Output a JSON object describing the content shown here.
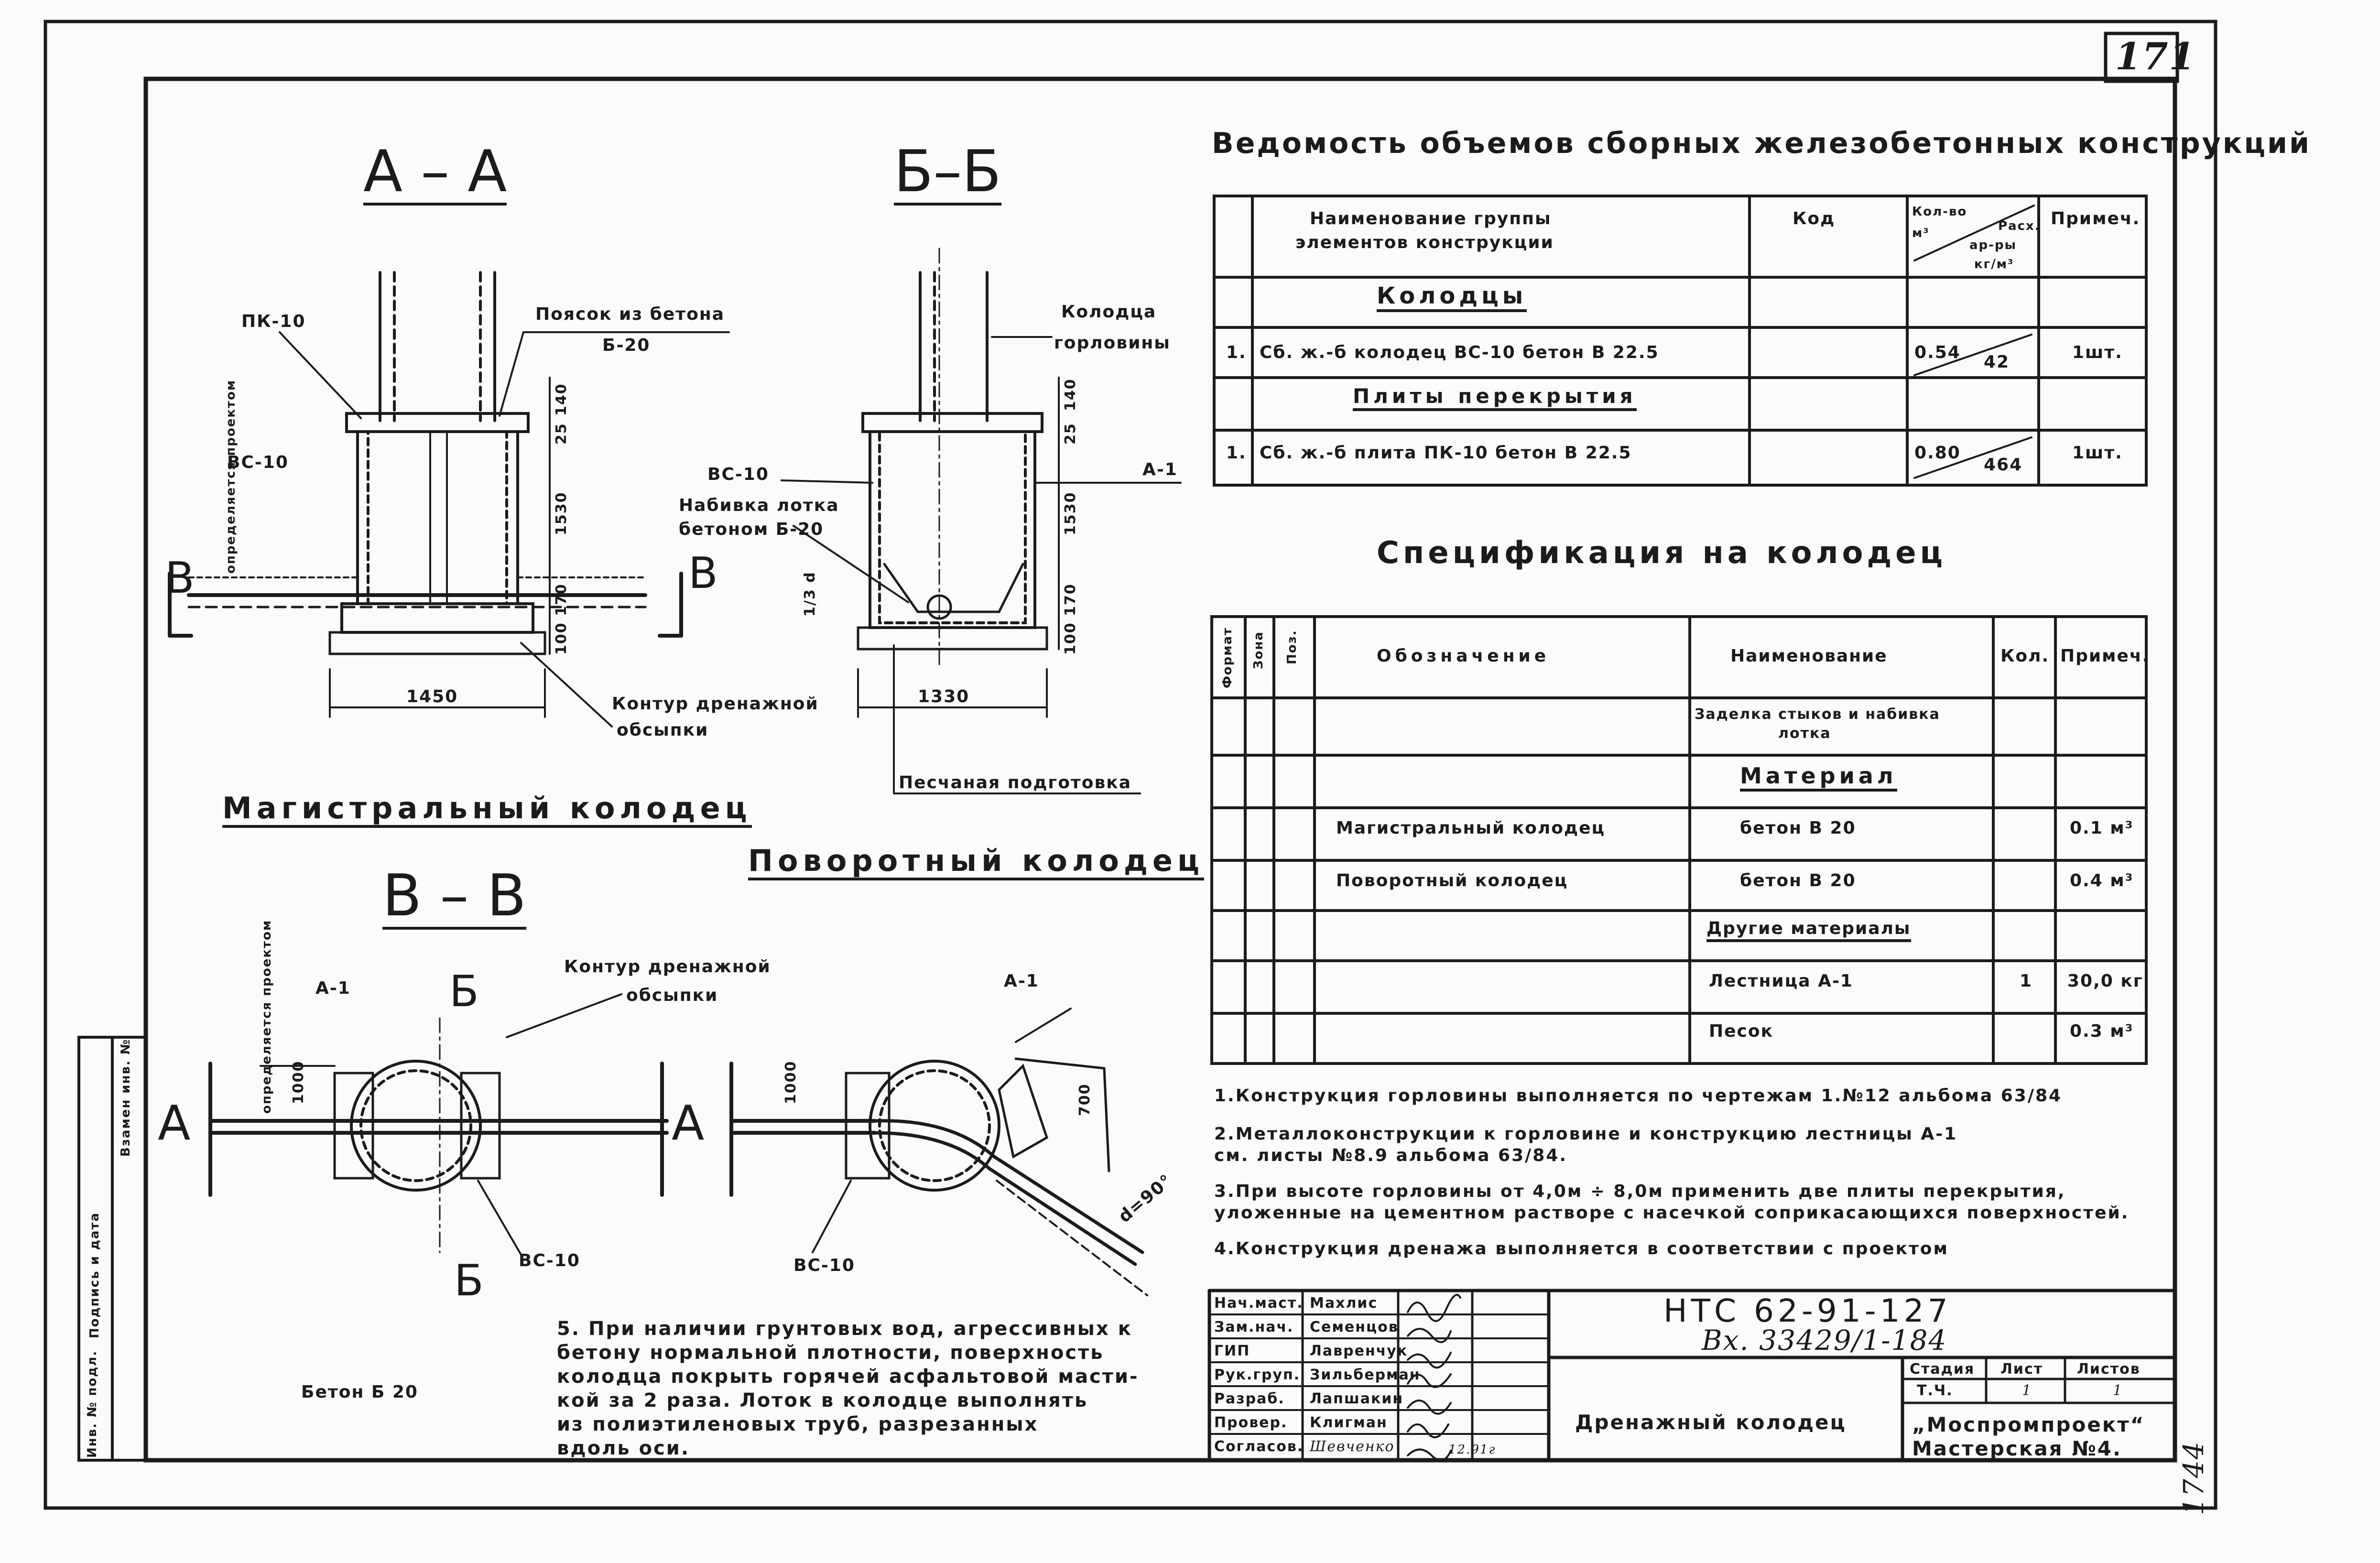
{
  "sheet": {
    "page_number": "171"
  },
  "sections": {
    "aa": "А – А",
    "bb": "Б–Б",
    "vv": "В – В",
    "main_well": "Магистральный колодец",
    "turn_well": "Поворотный колодец"
  },
  "drawing_labels": {
    "pk10": "ПК-10",
    "concrete_belt_1": "Поясок из бетона",
    "concrete_belt_2": "Б-20",
    "vs10_a": "ВС-10",
    "vs10_b": "ВС-10",
    "vs10_c": "ВС-10",
    "vs10_d": "ВС-10",
    "project_defined_1": "определяется проектом",
    "project_defined_2": "определяется проектом",
    "neck_well_1": "Колодца",
    "neck_well_2": "горловины",
    "tray_fill_1": "Набивка лотка",
    "tray_fill_2": "бетоном Б-20",
    "a1_1": "А-1",
    "a1_2": "А-1",
    "a1_3": "А-1",
    "drain_contour_1": "Контур дренажной",
    "drain_contour_2": "обсыпки",
    "drain_contour_3": "Контур дренажной",
    "drain_contour_4": "обсыпки",
    "sand_bed": "Песчаная подготовка",
    "concrete_b20": "Бетон Б 20",
    "dim_1450": "1450",
    "dim_1330": "1330",
    "dim_140a": "140",
    "dim_25a": "25",
    "dim_1530a": "1530",
    "dim_100_170a": "100 170",
    "dim_140b": "140",
    "dim_25b": "25",
    "dim_1530b": "1530",
    "dim_100_170b": "100 170",
    "dim_d": "1/3 d",
    "dim_1000a": "1000",
    "dim_1000b": "1000",
    "dim_700": "700",
    "dim_d90": "d=90°",
    "letter_b1": "Б",
    "letter_b2": "Б",
    "letter_v1": "В",
    "letter_v2": "В",
    "letter_a1": "А",
    "letter_a2": "А"
  },
  "volumes_table": {
    "title": "Ведомость объемов сборных железобетонных конструкций",
    "header_name_1": "Наименование группы",
    "header_name_2": "элементов конструкции",
    "header_code": "Код",
    "header_qty_1": "Кол-во",
    "header_qty_2": "м³",
    "header_qty_3": "Расх.",
    "header_qty_4": "ар-ры",
    "header_qty_5": "кг/м³",
    "header_note": "Примеч.",
    "group_1": "Колодцы",
    "row_1_no": "1.",
    "row_1_name": "Сб. ж.-б колодец ВС-10 бетон В 22.5",
    "row_1_vol": "0.54",
    "row_1_rate": "42",
    "row_1_note": "1шт.",
    "group_2": "Плиты перекрытия",
    "row_2_no": "1.",
    "row_2_name": "Сб. ж.-б плита ПК-10 бетон В 22.5",
    "row_2_vol": "0.80",
    "row_2_rate": "464",
    "row_2_note": "1шт."
  },
  "spec_table": {
    "title": "Спецификация на колодец",
    "col_format": "Формат",
    "col_zone": "Зона",
    "col_pos": "Поз.",
    "col_designation": "Обозначение",
    "col_name": "Наименование",
    "col_qty": "Кол.",
    "col_note": "Примеч.",
    "r1_name_1": "Заделка стыков и набивка",
    "r1_name_2": "лотка",
    "r2_name": "Материал",
    "r3_desig": "Магистральный колодец",
    "r3_name": "бетон В 20",
    "r3_note": "0.1 м³",
    "r4_desig": "Поворотный колодец",
    "r4_name": "бетон В 20",
    "r4_note": "0.4 м³",
    "r5_name": "Другие материалы",
    "r6_name": "Лестница А-1",
    "r6_qty": "1",
    "r6_note": "30,0 кг",
    "r7_name": "Песок",
    "r7_note": "0.3 м³"
  },
  "notes": {
    "n1": "1.Конструкция горловины выполняется по чертежам 1.№12 альбома 63/84",
    "n2_1": "2.Металлоконструкции к горловине и конструкцию лестницы А-1",
    "n2_2": "см. листы №8.9 альбома 63/84.",
    "n3_1": "3.При высоте горловины от 4,0м ÷ 8,0м применить две плиты перекрытия,",
    "n3_2": "уложенные на цементном растворе с насечкой соприкасающихся поверхностей.",
    "n4": "4.Конструкция дренажа выполняется в соответствии с проектом",
    "n5_1": "5. При наличии грунтовых вод, агрессивных к",
    "n5_2": "бетону нормальной плотности, поверхность",
    "n5_3": "колодца покрыть горячей асфальтовой масти-",
    "n5_4": "кой за 2 раза. Лоток в колодце выполнять",
    "n5_5": "из полиэтиленовых труб, разрезанных",
    "n5_6": "вдоль оси."
  },
  "title_block": {
    "roles": [
      "Нач.маст.",
      "Зам.нач.",
      "ГИП",
      "Рук.груп.",
      "Разраб.",
      "Провер.",
      "Согласов."
    ],
    "names": [
      "Махлис",
      "Семенцов",
      "Лавренчук",
      "Зильберман",
      "Лапшакин",
      "Клигман",
      "Шевченко"
    ],
    "doc_code": "НТС 62-91-127",
    "inv_code": "Вх. 33429/1-184",
    "stage_label": "Стадия",
    "sheet_label": "Лист",
    "sheets_label": "Листов",
    "stage_value": "Т.Ч.",
    "sheet_value": "1",
    "sheets_value": "1",
    "drawing_name": "Дренажный колодец",
    "org_1": "„Моспромпроект“",
    "org_2": "Мастерская №4.",
    "sign_date": "12.91г"
  },
  "side_strip": {
    "inv_label": "Инв. № подл.",
    "sign_label": "Подпись и дата",
    "inv_repl": "Взамен инв. №"
  },
  "margin_marks": {
    "archive_no": "1744"
  }
}
